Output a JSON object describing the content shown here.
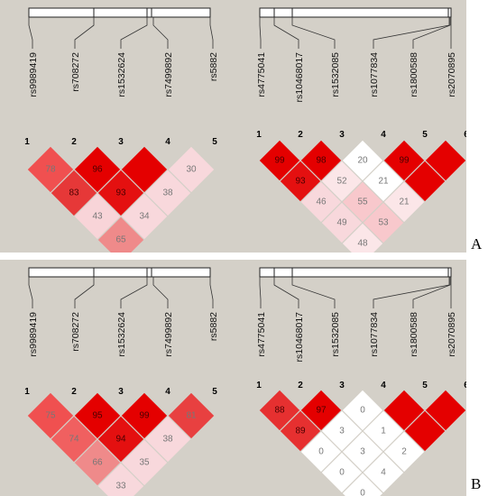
{
  "panels": [
    {
      "label": "A",
      "plots": [
        {
          "snps": [
            "rs9989419",
            "rs708272",
            "rs1532624",
            "rs7499892",
            "rs5882"
          ],
          "indices": [
            "1",
            "2",
            "3",
            "4",
            "5"
          ],
          "cells": [
            {
              "i": 1,
              "j": 2,
              "value": "78",
              "color": "#f05050"
            },
            {
              "i": 2,
              "j": 3,
              "value": "96",
              "color": "#e40000"
            },
            {
              "i": 3,
              "j": 4,
              "value": "",
              "color": "#e40000"
            },
            {
              "i": 4,
              "j": 5,
              "value": "30",
              "color": "#f8d8dc"
            },
            {
              "i": 1,
              "j": 3,
              "value": "83",
              "color": "#e63838"
            },
            {
              "i": 2,
              "j": 4,
              "value": "93",
              "color": "#e41010"
            },
            {
              "i": 3,
              "j": 5,
              "value": "38",
              "color": "#f8d8dc"
            },
            {
              "i": 1,
              "j": 4,
              "value": "43",
              "color": "#f8d4d8"
            },
            {
              "i": 2,
              "j": 5,
              "value": "34",
              "color": "#f8d8dc"
            },
            {
              "i": 1,
              "j": 5,
              "value": "65",
              "color": "#ef8a8a"
            }
          ]
        },
        {
          "snps": [
            "rs4775041",
            "rs10468017",
            "rs1532085",
            "rs1077834",
            "rs1800588",
            "rs2070895"
          ],
          "indices": [
            "1",
            "2",
            "3",
            "4",
            "5",
            "6"
          ],
          "cells": [
            {
              "i": 1,
              "j": 2,
              "value": "99",
              "color": "#e40000"
            },
            {
              "i": 2,
              "j": 3,
              "value": "98",
              "color": "#e40000"
            },
            {
              "i": 3,
              "j": 4,
              "value": "20",
              "color": "#ffffff"
            },
            {
              "i": 4,
              "j": 5,
              "value": "99",
              "color": "#e40000"
            },
            {
              "i": 5,
              "j": 6,
              "value": "",
              "color": "#e40000"
            },
            {
              "i": 1,
              "j": 3,
              "value": "93",
              "color": "#e41010"
            },
            {
              "i": 2,
              "j": 4,
              "value": "52",
              "color": "#fbe6e8"
            },
            {
              "i": 3,
              "j": 5,
              "value": "21",
              "color": "#ffffff"
            },
            {
              "i": 4,
              "j": 6,
              "value": "",
              "color": "#e40000"
            },
            {
              "i": 1,
              "j": 4,
              "value": "46",
              "color": "#f8d8dc"
            },
            {
              "i": 2,
              "j": 5,
              "value": "55",
              "color": "#f8c8cc"
            },
            {
              "i": 3,
              "j": 6,
              "value": "21",
              "color": "#fbe6e8"
            },
            {
              "i": 1,
              "j": 5,
              "value": "49",
              "color": "#f8d8dc"
            },
            {
              "i": 2,
              "j": 6,
              "value": "53",
              "color": "#f8c8cc"
            },
            {
              "i": 1,
              "j": 6,
              "value": "48",
              "color": "#fbe6e8"
            }
          ]
        }
      ]
    },
    {
      "label": "B",
      "plots": [
        {
          "snps": [
            "rs9989419",
            "rs708272",
            "rs1532624",
            "rs7499892",
            "rs5882"
          ],
          "indices": [
            "1",
            "2",
            "3",
            "4",
            "5"
          ],
          "cells": [
            {
              "i": 1,
              "j": 2,
              "value": "75",
              "color": "#f05050"
            },
            {
              "i": 2,
              "j": 3,
              "value": "95",
              "color": "#e40000"
            },
            {
              "i": 3,
              "j": 4,
              "value": "99",
              "color": "#e40000"
            },
            {
              "i": 4,
              "j": 5,
              "value": "81",
              "color": "#e84040"
            },
            {
              "i": 1,
              "j": 3,
              "value": "74",
              "color": "#f06060"
            },
            {
              "i": 2,
              "j": 4,
              "value": "94",
              "color": "#e41010"
            },
            {
              "i": 3,
              "j": 5,
              "value": "38",
              "color": "#f8d8dc"
            },
            {
              "i": 1,
              "j": 4,
              "value": "66",
              "color": "#ef8a8a"
            },
            {
              "i": 2,
              "j": 5,
              "value": "35",
              "color": "#f8d8dc"
            },
            {
              "i": 1,
              "j": 5,
              "value": "33",
              "color": "#f8d8dc"
            }
          ]
        },
        {
          "snps": [
            "rs4775041",
            "rs10468017",
            "rs1532085",
            "rs1077834",
            "rs1800588",
            "rs2070895"
          ],
          "indices": [
            "1",
            "2",
            "3",
            "4",
            "5",
            "6"
          ],
          "cells": [
            {
              "i": 1,
              "j": 2,
              "value": "88",
              "color": "#e63030"
            },
            {
              "i": 2,
              "j": 3,
              "value": "97",
              "color": "#e40000"
            },
            {
              "i": 3,
              "j": 4,
              "value": "0",
              "color": "#ffffff"
            },
            {
              "i": 4,
              "j": 5,
              "value": "",
              "color": "#e40000"
            },
            {
              "i": 5,
              "j": 6,
              "value": "",
              "color": "#e40000"
            },
            {
              "i": 1,
              "j": 3,
              "value": "89",
              "color": "#e63030"
            },
            {
              "i": 2,
              "j": 4,
              "value": "3",
              "color": "#ffffff"
            },
            {
              "i": 3,
              "j": 5,
              "value": "1",
              "color": "#ffffff"
            },
            {
              "i": 4,
              "j": 6,
              "value": "",
              "color": "#e40000"
            },
            {
              "i": 1,
              "j": 4,
              "value": "0",
              "color": "#ffffff"
            },
            {
              "i": 2,
              "j": 5,
              "value": "3",
              "color": "#ffffff"
            },
            {
              "i": 3,
              "j": 6,
              "value": "2",
              "color": "#ffffff"
            },
            {
              "i": 1,
              "j": 5,
              "value": "0",
              "color": "#ffffff"
            },
            {
              "i": 2,
              "j": 6,
              "value": "4",
              "color": "#ffffff"
            },
            {
              "i": 1,
              "j": 6,
              "value": "0",
              "color": "#ffffff"
            }
          ]
        }
      ]
    }
  ]
}
